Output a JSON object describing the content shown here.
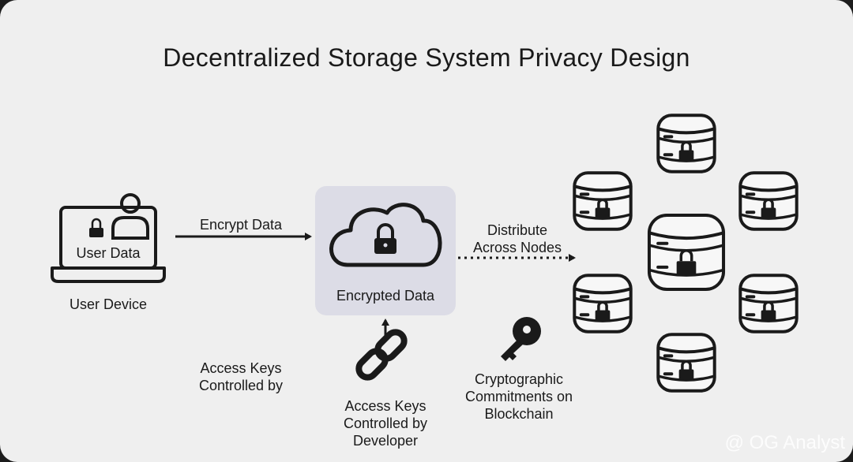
{
  "title": "Decentralized Storage System Privacy Design",
  "user_device": {
    "screen_label": "User Data",
    "caption": "User Device"
  },
  "encrypt_label": "Encrypt Data",
  "encrypted_box_label": "Encrypted Data",
  "distribute_label": [
    "Distribute",
    "Across Nodes"
  ],
  "access_keys_left": [
    "Access Keys",
    "Controlled by"
  ],
  "access_keys_developer": [
    "Access Keys",
    "Controlled by",
    "Developer"
  ],
  "commitments": [
    "Cryptographic",
    "Commitments on",
    "Blockchain"
  ],
  "watermark": "@ OG Analyst",
  "colors": {
    "background": "#efefef",
    "ink": "#1a1a1a",
    "highlight_box": "#dcdce6"
  },
  "icons": [
    "laptop-icon",
    "user-icon",
    "lock-icon",
    "cloud-icon",
    "chain-link-icon",
    "key-icon",
    "database-server-icon"
  ]
}
